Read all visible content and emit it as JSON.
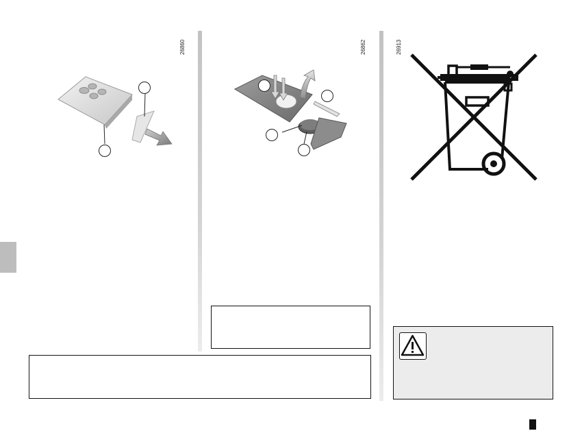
{
  "figures": {
    "fig_left_code": "26860",
    "fig_middle_code": "26862",
    "fig_right_code": "26913"
  },
  "icons": {
    "side_tab": "section-tab",
    "warning": "warning-triangle-icon",
    "recycling": "crossed-out-wheelie-bin-icon",
    "page_marker": "page-marker"
  },
  "colors": {
    "rule": "#c8c8c8",
    "box_border": "#111111",
    "warning_bg": "#ececec"
  }
}
